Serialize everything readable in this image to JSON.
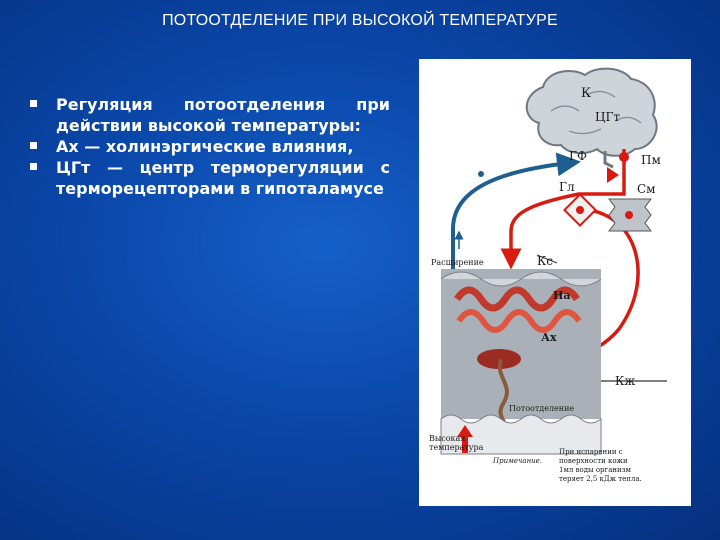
{
  "slide": {
    "title": "ПОТООТДЕЛЕНИЕ ПРИ ВЫСОКОЙ ТЕМПЕРАТУРЕ",
    "bullets": [
      "Регуляция потоотделения при действии высокой температуры:",
      "Ах — холинэргические влияния,",
      "ЦГт — центр терморегуляции с терморецепторами в гипоталамусе"
    ]
  },
  "figure": {
    "labels": {
      "k": "К",
      "cgt": "ЦГт",
      "gf": "ГФ",
      "pm": "Пм",
      "gl": "Гл",
      "sm": "См",
      "expansion": "Расширение",
      "ks": "Кс",
      "na": "На",
      "ah": "Ах",
      "kzh": "Кж",
      "sweating": "Потоотделение",
      "high_temp_1": "Высокая",
      "high_temp_2": "температура",
      "note_title": "Примечание.",
      "note_1": "При испарении с",
      "note_2": "поверхности кожи",
      "note_3": "1мл воды организм",
      "note_4": "теряет 2,5 кДж тепла."
    },
    "colors": {
      "afferent_path": "#1f5f8f",
      "efferent_path": "#d81a10",
      "brain": "#cfd4da",
      "arrow_up": "#d81a10"
    }
  }
}
